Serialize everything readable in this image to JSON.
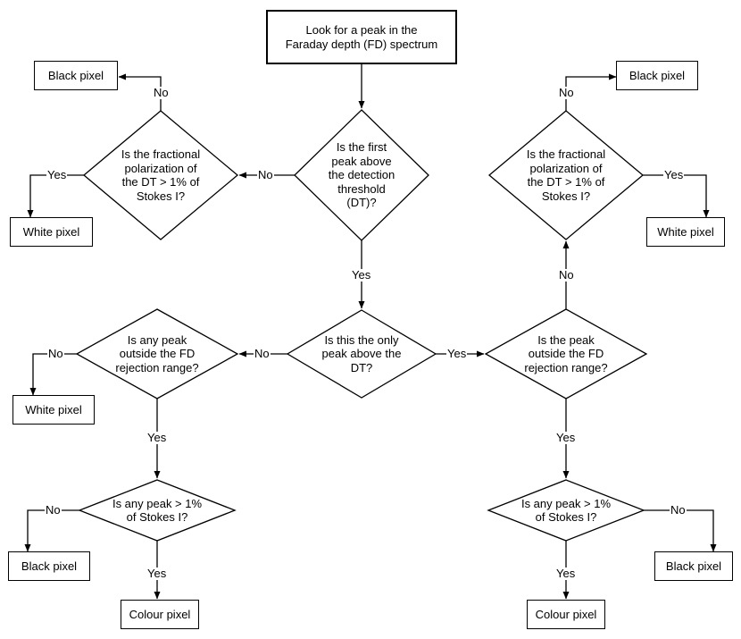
{
  "start": {
    "line1": "Look for a peak in the",
    "line2": "Faraday depth (FD) spectrum"
  },
  "decisions": {
    "first_peak": [
      "Is the first",
      "peak above",
      "the detection",
      "threshold",
      "(DT)?"
    ],
    "frac_pol_left": [
      "Is the fractional",
      "polarization of",
      "the DT > 1% of",
      "Stokes I?"
    ],
    "frac_pol_right": [
      "Is the fractional",
      "polarization of",
      "the DT > 1% of",
      "Stokes I?"
    ],
    "only_peak": [
      "Is this the only",
      "peak above the",
      "DT?"
    ],
    "any_outside": [
      "Is any peak",
      "outside the FD",
      "rejection range?"
    ],
    "peak_outside": [
      "Is the peak",
      "outside the FD",
      "rejection range?"
    ],
    "any_gt_left": [
      "Is any peak > 1%",
      "of Stokes I?"
    ],
    "any_gt_right": [
      "Is any peak > 1%",
      "of Stokes I?"
    ]
  },
  "outcomes": {
    "black_top_left": "Black pixel",
    "white_left": "White pixel",
    "black_top_right": "Black pixel",
    "white_right": "White pixel",
    "white_mid_left": "White pixel",
    "black_bottom_left": "Black pixel",
    "colour_left": "Colour pixel",
    "colour_right": "Colour pixel",
    "black_bottom_right": "Black pixel"
  },
  "edge_labels": {
    "no_fracL_black": "No",
    "yes_fracL_white": "Yes",
    "no_first_peak": "No",
    "yes_first_peak": "Yes",
    "no_fracR_black": "No",
    "yes_fracR_white": "Yes",
    "no_peak_outside": "No",
    "no_only_peak": "No",
    "yes_only_peak": "Yes",
    "no_any_outside": "No",
    "yes_any_outside": "Yes",
    "yes_peak_outside": "Yes",
    "no_any_gt_left": "No",
    "yes_any_gt_left": "Yes",
    "yes_any_gt_right": "Yes",
    "no_any_gt_right": "No"
  }
}
